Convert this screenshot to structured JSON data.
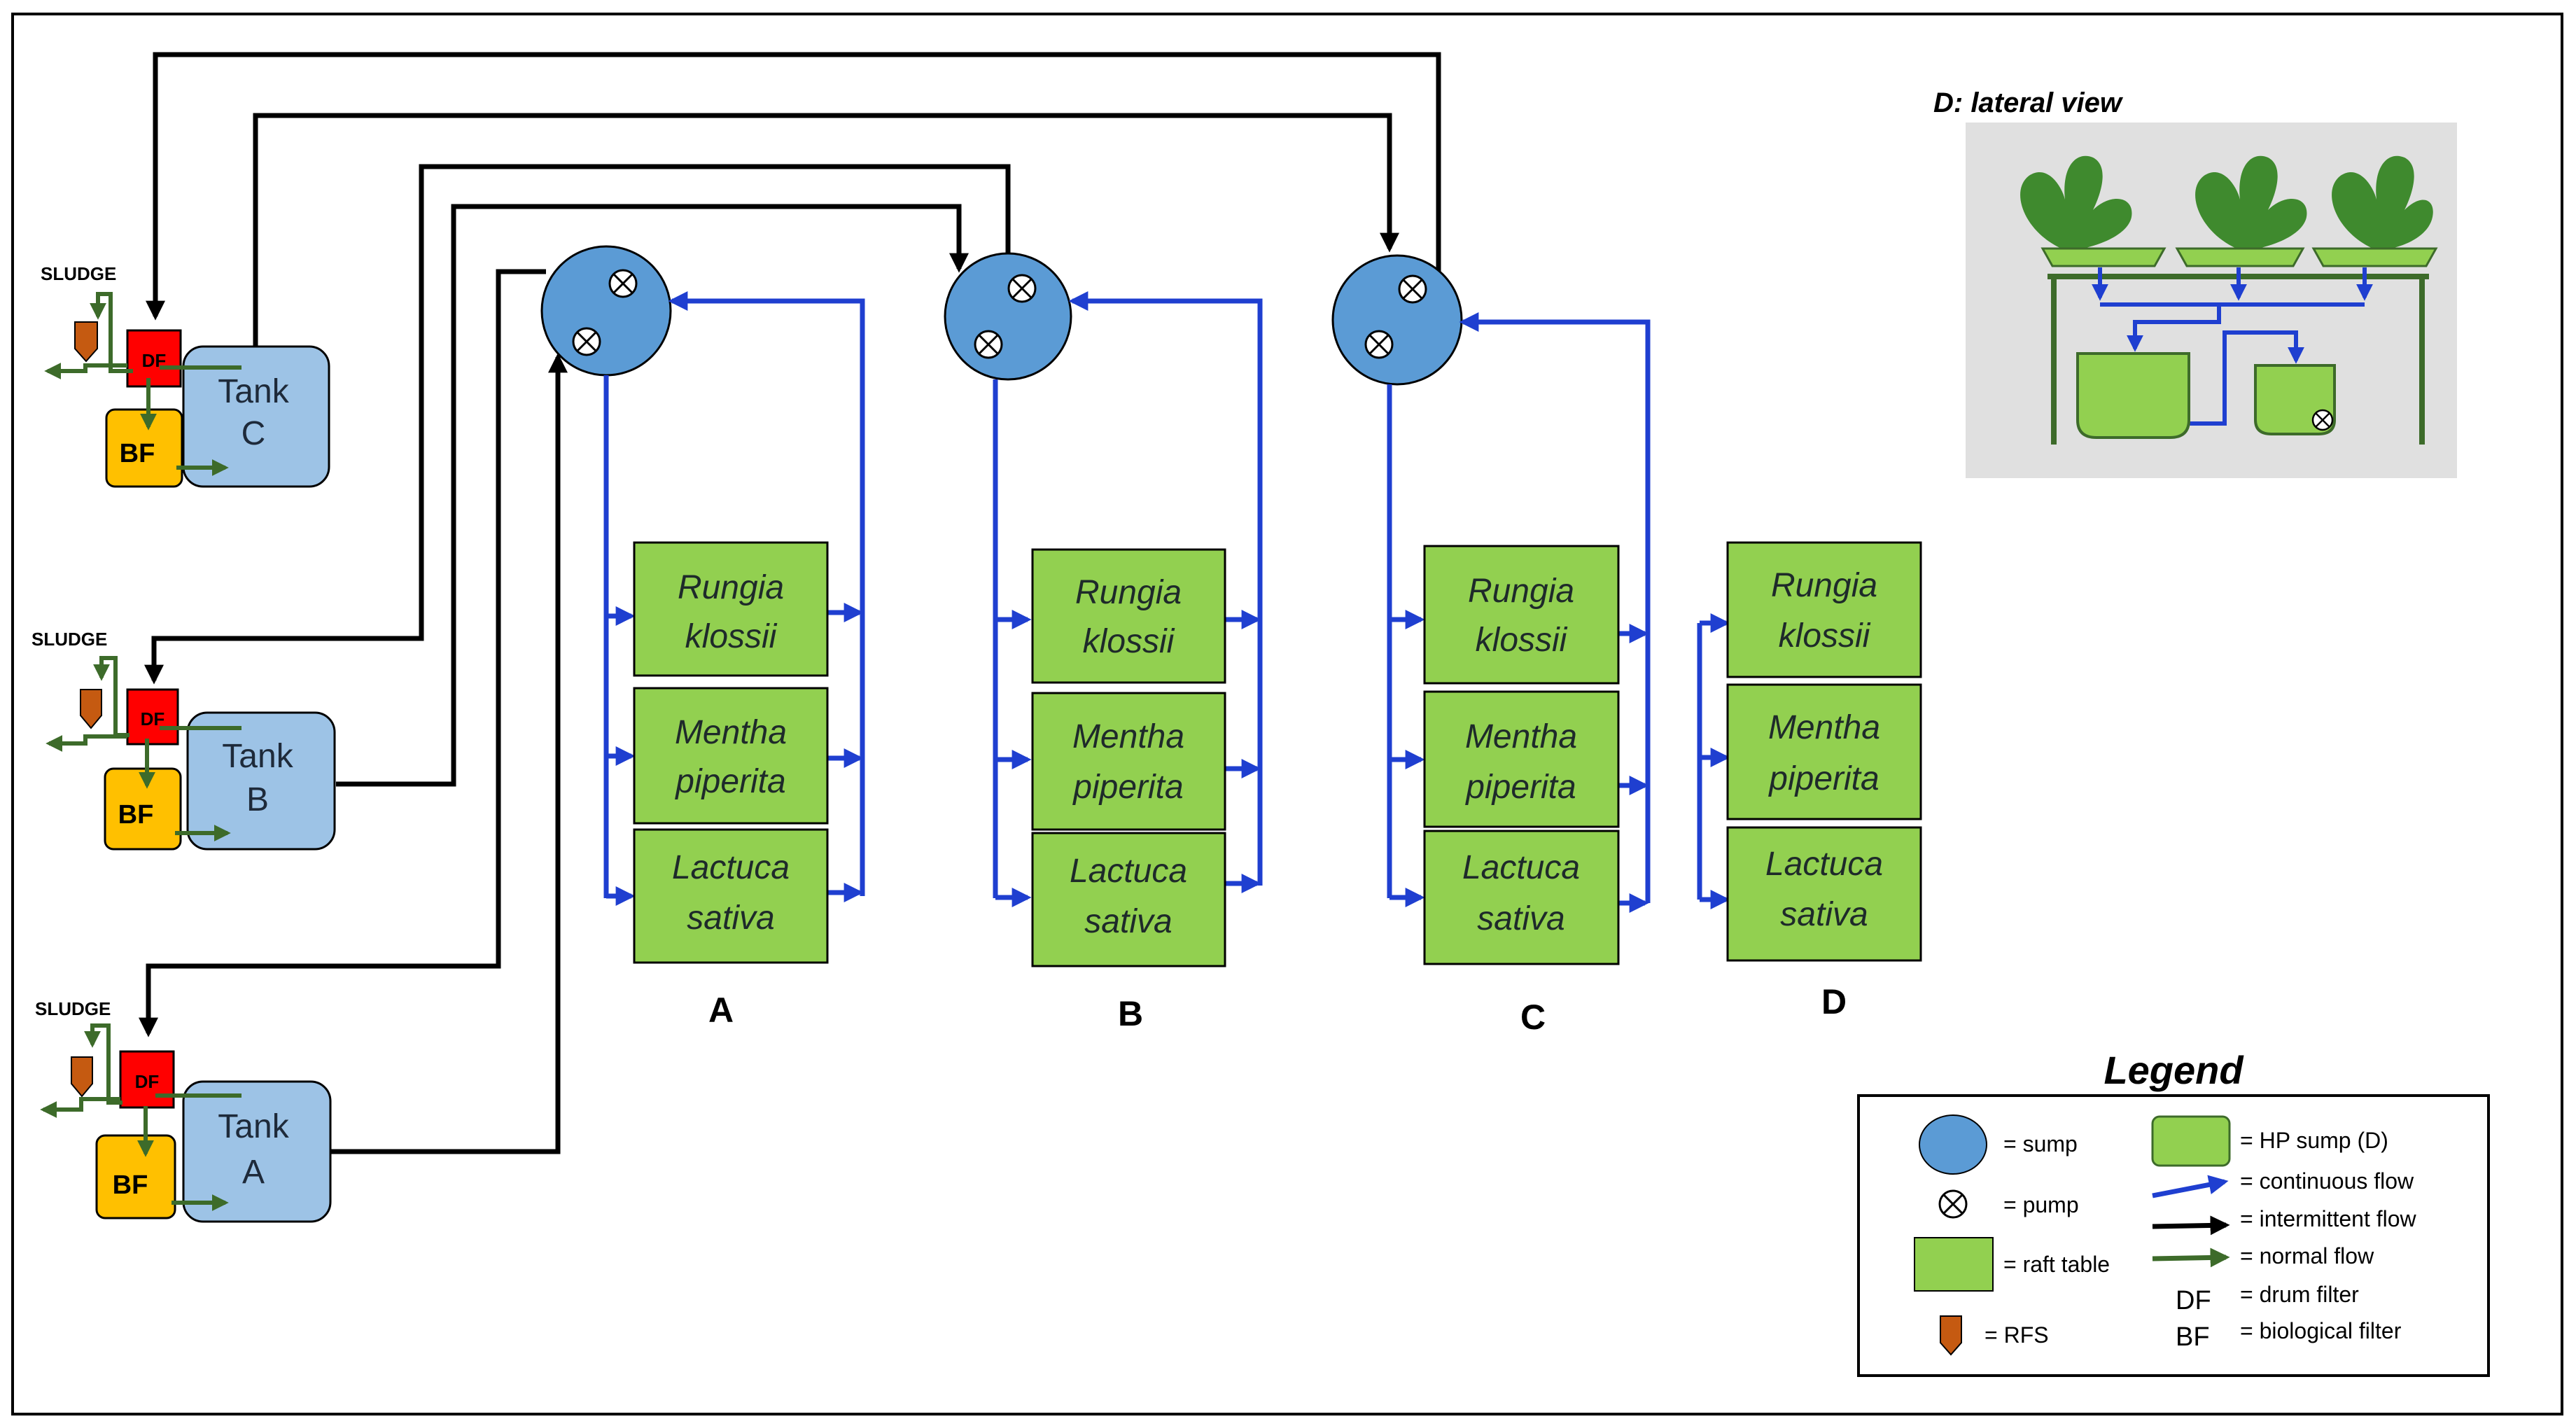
{
  "labels": {
    "sludge": "SLUDGE",
    "df": "DF",
    "bf": "BF",
    "tank": "Tank",
    "tank_c": "C",
    "tank_b": "B",
    "tank_a": "A"
  },
  "plants": {
    "rungia_1": "Rungia",
    "rungia_2": "klossii",
    "mentha_1": "Mentha",
    "mentha_2": "piperita",
    "lactuca_1": "Lactuca",
    "lactuca_2": "sativa"
  },
  "systems": {
    "a": "A",
    "b": "B",
    "c": "C",
    "d": "D"
  },
  "lateral": {
    "title": "D: lateral view"
  },
  "legend": {
    "title": "Legend",
    "sump": "= sump",
    "pump": "= pump",
    "raft": "= raft table",
    "rfs": "= RFS",
    "hp_sump": "= HP sump (D)",
    "continuous": "= continuous flow",
    "intermittent": "= intermittent flow",
    "normal": "= normal flow",
    "df_abbr": "DF",
    "df_desc": "= drum filter",
    "bf_abbr": "BF",
    "bf_desc": "= biological filter"
  },
  "colors": {
    "sump": "#5b9bd5",
    "tank": "#9dc3e6",
    "raft": "#92d050",
    "df": "#ff0000",
    "bf": "#ffc000",
    "rfs": "#c55a11",
    "continuous": "#1f3fd0",
    "intermittent": "#000000",
    "normal": "#3d6b2a",
    "lateral_bg": "#e0e0e0"
  }
}
